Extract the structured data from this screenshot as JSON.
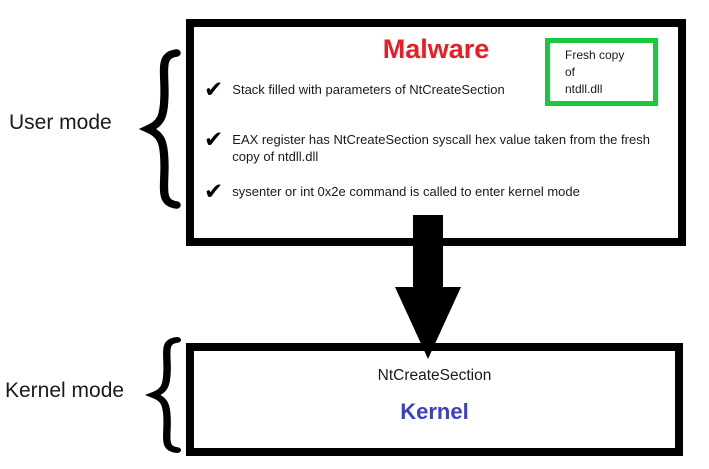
{
  "user_mode": {
    "label": "User mode"
  },
  "kernel_mode": {
    "label": "Kernel mode"
  },
  "malware_box": {
    "title": "Malware",
    "title_color": "#ed1c24",
    "note_box": {
      "border_color": "#17c93c",
      "lines": [
        "Fresh copy",
        "of",
        "ntdll.dll"
      ]
    },
    "check_icon": "✔",
    "checklist": [
      {
        "text": "Stack filled with parameters of NtCreateSection"
      },
      {
        "text": "EAX register has NtCreateSection syscall hex value taken from the fresh copy of ntdll.dll"
      },
      {
        "text": "sysenter or int 0x2e command is called to enter kernel mode"
      }
    ]
  },
  "arrow": {
    "direction": "down",
    "color": "#000000"
  },
  "kernel_box": {
    "syscall_label": "NtCreateSection",
    "title": "Kernel",
    "title_color": "#3b41c5"
  }
}
